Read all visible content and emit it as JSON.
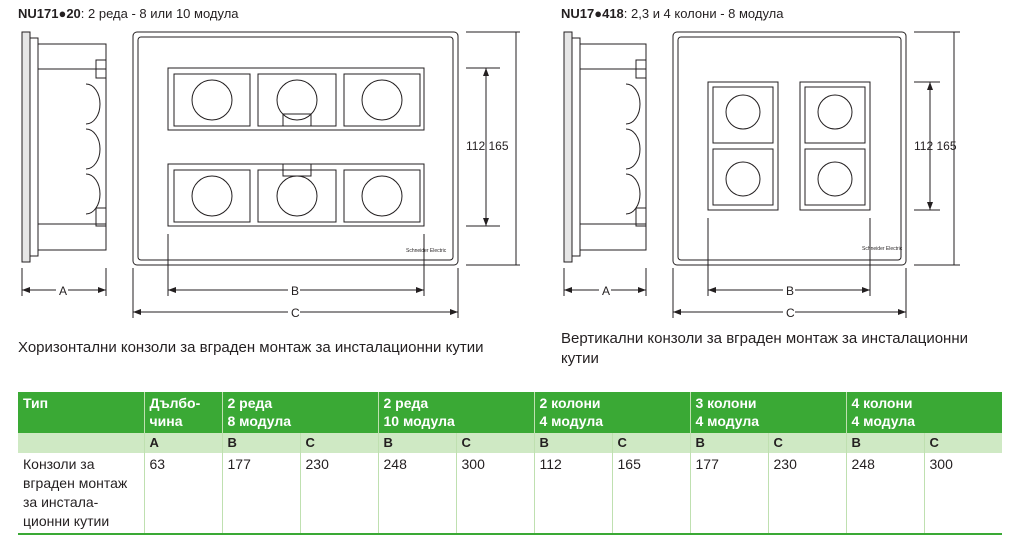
{
  "left_header": {
    "code": "NU171●20",
    "desc": ": 2 реда - 8 или 10 модула"
  },
  "right_header": {
    "code": "NU17●418",
    "desc": ": 2,3 и 4 колони - 8 модула"
  },
  "left_drawing": {
    "dim_a": "A",
    "dim_b": "B",
    "dim_c": "C",
    "dim_height": "112 165",
    "brand": "Schneider Electric"
  },
  "right_drawing": {
    "dim_a": "A",
    "dim_b": "B",
    "dim_c": "C",
    "dim_height": "112 165",
    "brand": "Schneider Electric"
  },
  "left_caption": "Хоризонтални конзоли за вграден монтаж за инсталационни кутии",
  "right_caption_line1": "Вертикални конзоли за вграден монтаж за инсталационни",
  "right_caption_line2": "кутии",
  "table": {
    "header": {
      "type": "Тип",
      "depth_1": "Дълбо-",
      "depth_2": "чина",
      "g1_1": "2 реда",
      "g1_2": "8 модула",
      "g2_1": "2 реда",
      "g2_2": "10 модула",
      "g3_1": "2 колони",
      "g3_2": "4 модула",
      "g4_1": "3 колони",
      "g4_2": "4 модула",
      "g5_1": "4  колони",
      "g5_2": "4 модула"
    },
    "sub": [
      "A",
      "B",
      "C",
      "B",
      "C",
      "B",
      "C",
      "B",
      "C",
      "B",
      "C"
    ],
    "row": {
      "label_1": "Конзоли за",
      "label_2": "вграден монтаж",
      "label_3": "за инстала-",
      "label_4": "ционни кутии",
      "values": [
        "63",
        "177",
        "230",
        "248",
        "300",
        "112",
        "165",
        "177",
        "230",
        "248",
        "300"
      ]
    }
  },
  "colors": {
    "header_green": "#3aa935",
    "sub_green": "#cfe9c4",
    "line": "#231f20"
  }
}
